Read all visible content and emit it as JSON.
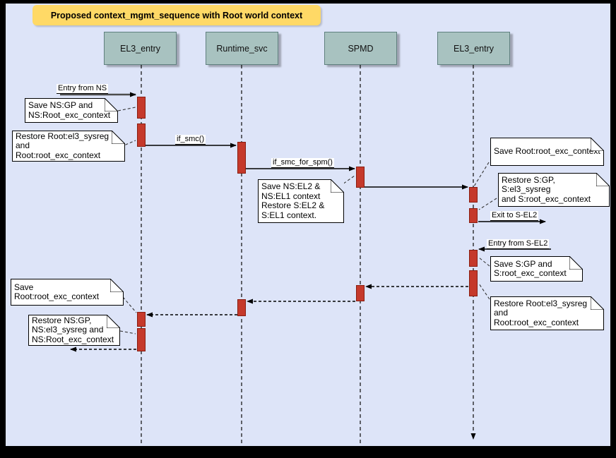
{
  "title": "Proposed context_mgmt_sequence with Root world context",
  "actors": [
    {
      "name": "EL3_entry"
    },
    {
      "name": "Runtime_svc"
    },
    {
      "name": "SPMD"
    },
    {
      "name": "EL3_entry"
    }
  ],
  "messages": {
    "entry_from_ns": "Entry from NS",
    "if_smc": "if_smc()",
    "if_smc_for_spm": "if_smc_for_spm()",
    "exit_to_s_el2": "Exit to S-EL2",
    "entry_from_s_el2": "Entry from S-EL2"
  },
  "notes": {
    "save_ns_gp": "Save NS:GP and\nNS:Root_exc_context",
    "restore_root_top_left": "Restore Root:el3_sysreg\nand\nRoot:root_exc_context",
    "save_ns_el2": "Save NS:EL2 &\nNS:EL1 context\nRestore S:EL2 &\nS:EL1 context.",
    "save_root_exc_right": "Save Root:root_exc_context",
    "restore_s_gp": "Restore S:GP, S:el3_sysreg\nand S:root_exc_context",
    "save_s_gp": "Save S:GP and\nS:root_exc_context",
    "restore_root_right": "Restore Root:el3_sysreg\nand\nRoot:root_exc_context",
    "save_root_exc_left": "Save Root:root_exc_context",
    "restore_ns_gp": "Restore NS:GP,\nNS:el3_sysreg and\nNS:Root_exc_context"
  },
  "colors": {
    "frame": "#000000",
    "canvas_background": "#dde4f8",
    "title_fill": "#ffd966",
    "actor_fill": "#a8c2c0",
    "activation_fill": "#c5392b",
    "activation_border": "#8a1d10",
    "note_fill": "#ffffff",
    "line": "#000000"
  }
}
